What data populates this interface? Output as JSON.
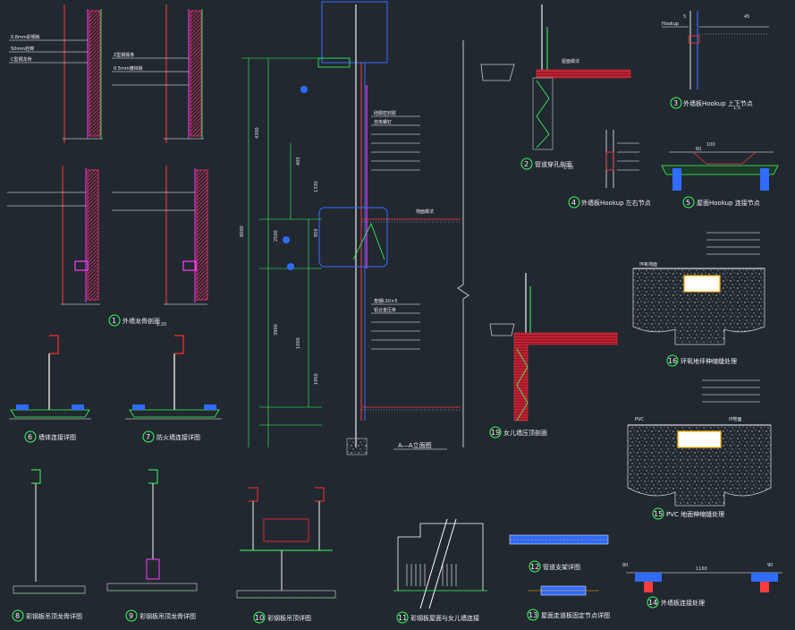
{
  "drawing": {
    "section_title": "A—A立面图",
    "details": [
      {
        "no": "1",
        "title": "外墙龙骨剖面"
      },
      {
        "no": "2",
        "title": "管道穿孔剖面"
      },
      {
        "no": "3",
        "title": "外墙板Hookup 上下节点"
      },
      {
        "no": "4",
        "title": "外墙板Hookup 左右节点"
      },
      {
        "no": "5",
        "title": "屋面Hookup 连接节点"
      },
      {
        "no": "6",
        "title": "墙体连接详图"
      },
      {
        "no": "7",
        "title": "防火墙连接详图"
      },
      {
        "no": "8",
        "title": "彩钢板吊顶龙骨详图"
      },
      {
        "no": "9",
        "title": "彩钢板吊顶龙骨详图"
      },
      {
        "no": "10",
        "title": "彩钢板吊顶详图"
      },
      {
        "no": "11",
        "title": "彩钢板屋面与女儿墙连接"
      },
      {
        "no": "12",
        "title": "管道支架详图"
      },
      {
        "no": "13",
        "title": "屋面走道板固定节点详图"
      },
      {
        "no": "14",
        "title": "外墙板连接处理"
      },
      {
        "no": "15",
        "title": "PVC 地面伸缩缝处理"
      },
      {
        "no": "16",
        "title": "环氧地坪伸缩缝处理"
      },
      {
        "no": "19",
        "title": "女儿墙压顶剖面"
      }
    ],
    "dims_vertical": [
      "4300",
      "400",
      "1330",
      "2500",
      "950",
      "1000",
      "3900",
      "1950",
      "8000"
    ],
    "dims_small": [
      "100",
      "60",
      "45",
      "5",
      "1160",
      "80",
      "90"
    ],
    "scale_labels": [
      "1:20",
      "1:10",
      "1:5"
    ],
    "labels": {
      "pvc": "PVC",
      "ip": "IP地面",
      "epoxy": "环氧地面",
      "hookup": "Hookup",
      "floor_note": "地面做法",
      "roof_note": "屋面做法",
      "layer_notes": [
        "0.8mm彩钢板",
        "50mm岩棉",
        "C型钢龙骨",
        "Z型钢檩条",
        "0.5mm镀锌板",
        "硅酮密封胶",
        "自攻螺钉",
        "角钢L50×5",
        "铝合金压条"
      ]
    }
  }
}
